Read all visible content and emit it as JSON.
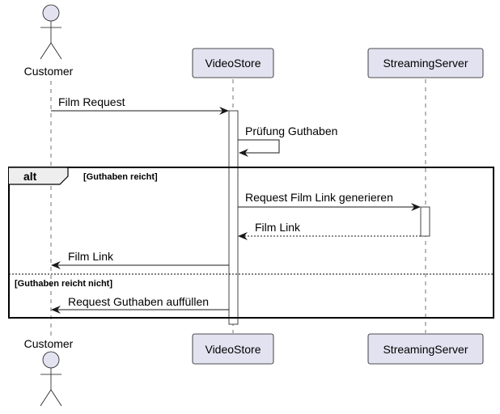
{
  "participants": {
    "customer": {
      "label": "Customer",
      "kind": "actor"
    },
    "videostore": {
      "label": "VideoStore",
      "kind": "participant"
    },
    "streamingserver": {
      "label": "StreamingServer",
      "kind": "participant"
    }
  },
  "messages": [
    {
      "from": "customer",
      "to": "videostore",
      "label": "Film Request",
      "style": "solid"
    },
    {
      "from": "videostore",
      "to": "videostore",
      "label": "Prüfung Guthaben",
      "style": "solid"
    },
    {
      "from": "videostore",
      "to": "streamingserver",
      "label": "Request Film Link generieren",
      "style": "solid"
    },
    {
      "from": "streamingserver",
      "to": "videostore",
      "label": "Film Link",
      "style": "dashed"
    },
    {
      "from": "videostore",
      "to": "customer",
      "label": "Film Link",
      "style": "solid"
    },
    {
      "from": "videostore",
      "to": "customer",
      "label": "Request Guthaben auffüllen",
      "style": "solid"
    }
  ],
  "alt_fragment": {
    "keyword": "alt",
    "guard_1": "[Guthaben reicht]",
    "guard_2": "[Guthaben reicht nicht]"
  },
  "colors": {
    "participant_fill": "#E2E2F0",
    "participant_border": "#181818",
    "lifeline": "#181818",
    "activation_fill": "#FFFFFF",
    "actor_fill": "#E2E2F0"
  }
}
